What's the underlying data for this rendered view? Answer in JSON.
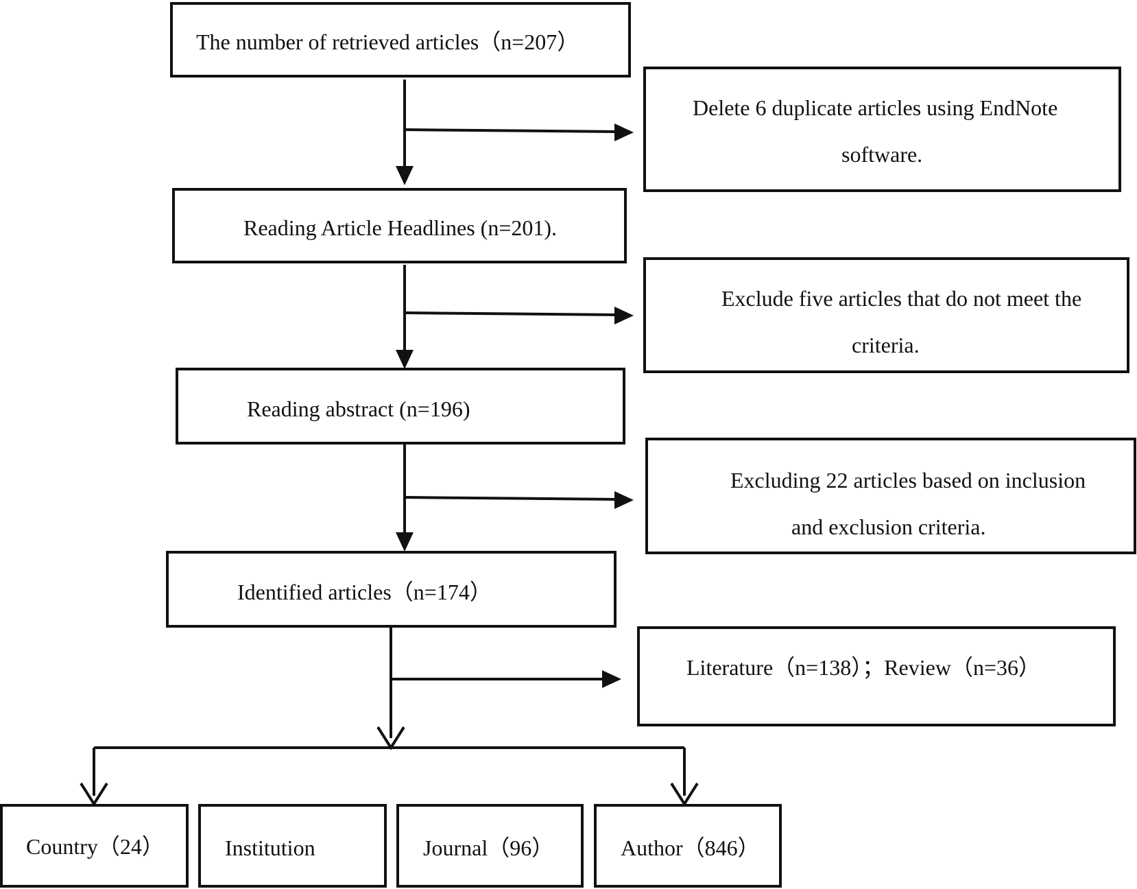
{
  "main_flow": {
    "retrieved": "The number of retrieved articles（n=207）",
    "headlines": "Reading Article Headlines (n=201).",
    "abstract": "Reading abstract (n=196)",
    "identified": "Identified articles（n=174）"
  },
  "side_notes": {
    "duplicates_line1": "Delete 6 duplicate articles using EndNote",
    "duplicates_line2": "software.",
    "exclude_line1": "Exclude five articles that do not meet the",
    "exclude_line2": "criteria.",
    "criteria_line1": "Excluding 22 articles based on inclusion",
    "criteria_line2": "and exclusion criteria.",
    "types": "Literature（n=138）；Review（n=36）"
  },
  "outputs": {
    "country": "Country（24）",
    "institution": "Institution",
    "journal": "Journal（96）",
    "author": "Author（846）"
  },
  "colors": {
    "stroke": "#111111",
    "background": "#ffffff"
  }
}
